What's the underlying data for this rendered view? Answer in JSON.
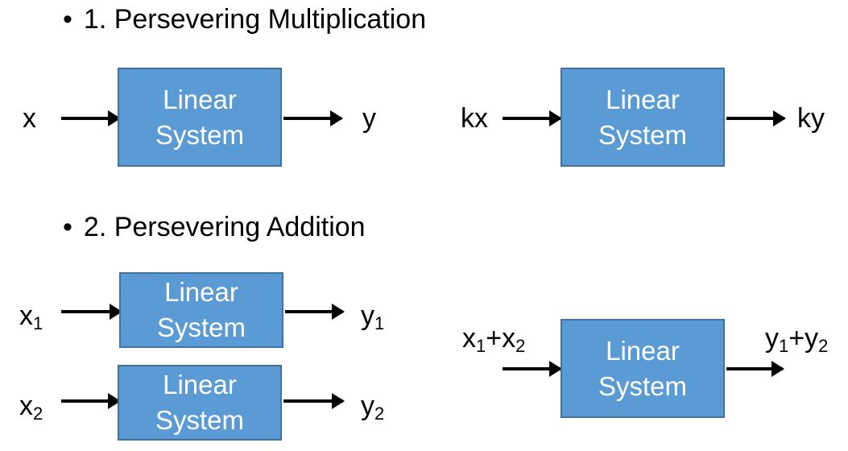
{
  "section1": {
    "bullet": "•",
    "title": "1. Persevering Multiplication",
    "block_a": {
      "input": "x",
      "box_line1": "Linear",
      "box_line2": "System",
      "output": "y"
    },
    "block_b": {
      "input": "kx",
      "box_line1": "Linear",
      "box_line2": "System",
      "output": "ky"
    }
  },
  "section2": {
    "bullet": "•",
    "title": "2. Persevering Addition",
    "block_c": {
      "input_base": "x",
      "input_sub": "1",
      "box_line1": "Linear",
      "box_line2": "System",
      "output_base": "y",
      "output_sub": "1"
    },
    "block_d": {
      "input_base": "x",
      "input_sub": "2",
      "box_line1": "Linear",
      "box_line2": "System",
      "output_base": "y",
      "output_sub": "2"
    },
    "block_e": {
      "input": [
        "x",
        "1",
        "+x",
        "2"
      ],
      "box_line1": "Linear",
      "box_line2": "System",
      "output": [
        "y",
        "1",
        "+y",
        "2"
      ]
    }
  }
}
